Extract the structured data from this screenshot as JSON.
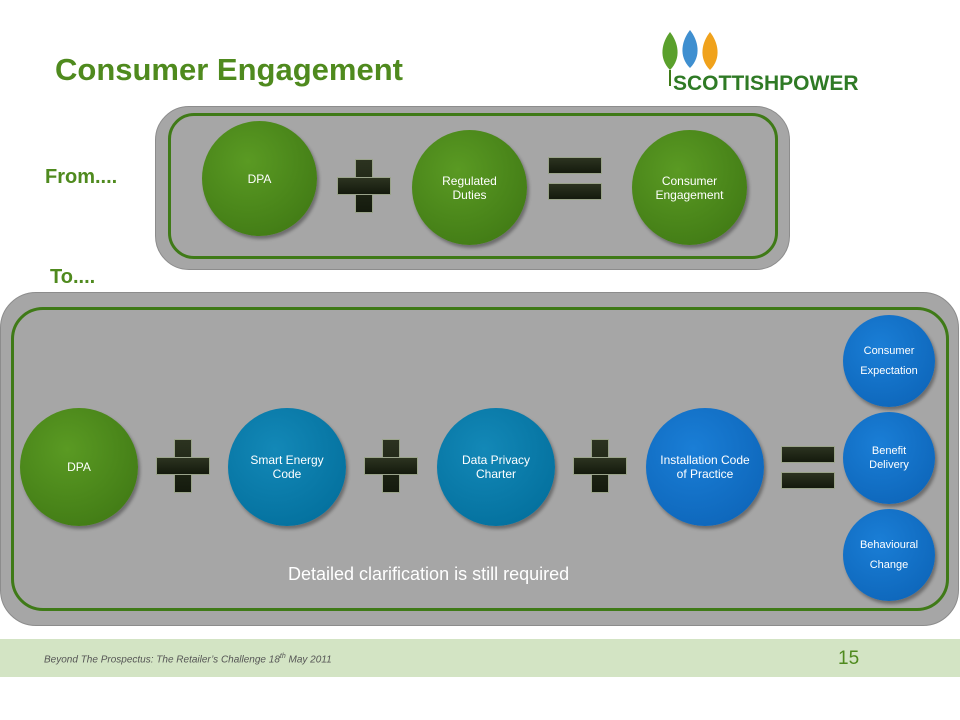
{
  "slide": {
    "title": "Consumer Engagement",
    "logo_text": "SCOTTISHPOWER",
    "from_label": "From....",
    "to_label": "To....",
    "from_row": {
      "dpa": "DPA",
      "regulated_duties": "Regulated Duties",
      "consumer_engagement": "Consumer Engagement"
    },
    "to_row": {
      "dpa": "DPA",
      "smart_energy_code": "Smart Energy Code",
      "data_privacy_charter": "Data Privacy Charter",
      "installation_code": "Installation Code of Practice",
      "outcomes": [
        "Consumer Expectation",
        "Benefit Delivery",
        "Behavioural Change"
      ]
    },
    "note": "Detailed clarification is still required",
    "footer": {
      "text_before": "Beyond The Prospectus: The Retailer’s Challenge   18",
      "superscript": "th",
      "text_after": " May 2011",
      "page_number": "15"
    }
  },
  "colors": {
    "title_green": "#4f8a1e",
    "circle_green": "#3c7412",
    "circle_teal": "#006b98",
    "circle_blue": "#0b61b4",
    "panel_grey": "#a6a6a6",
    "footer_band": "#d3e4c4"
  },
  "icons": [
    "leaf-logo-icon",
    "plus-icon",
    "equals-icon"
  ]
}
